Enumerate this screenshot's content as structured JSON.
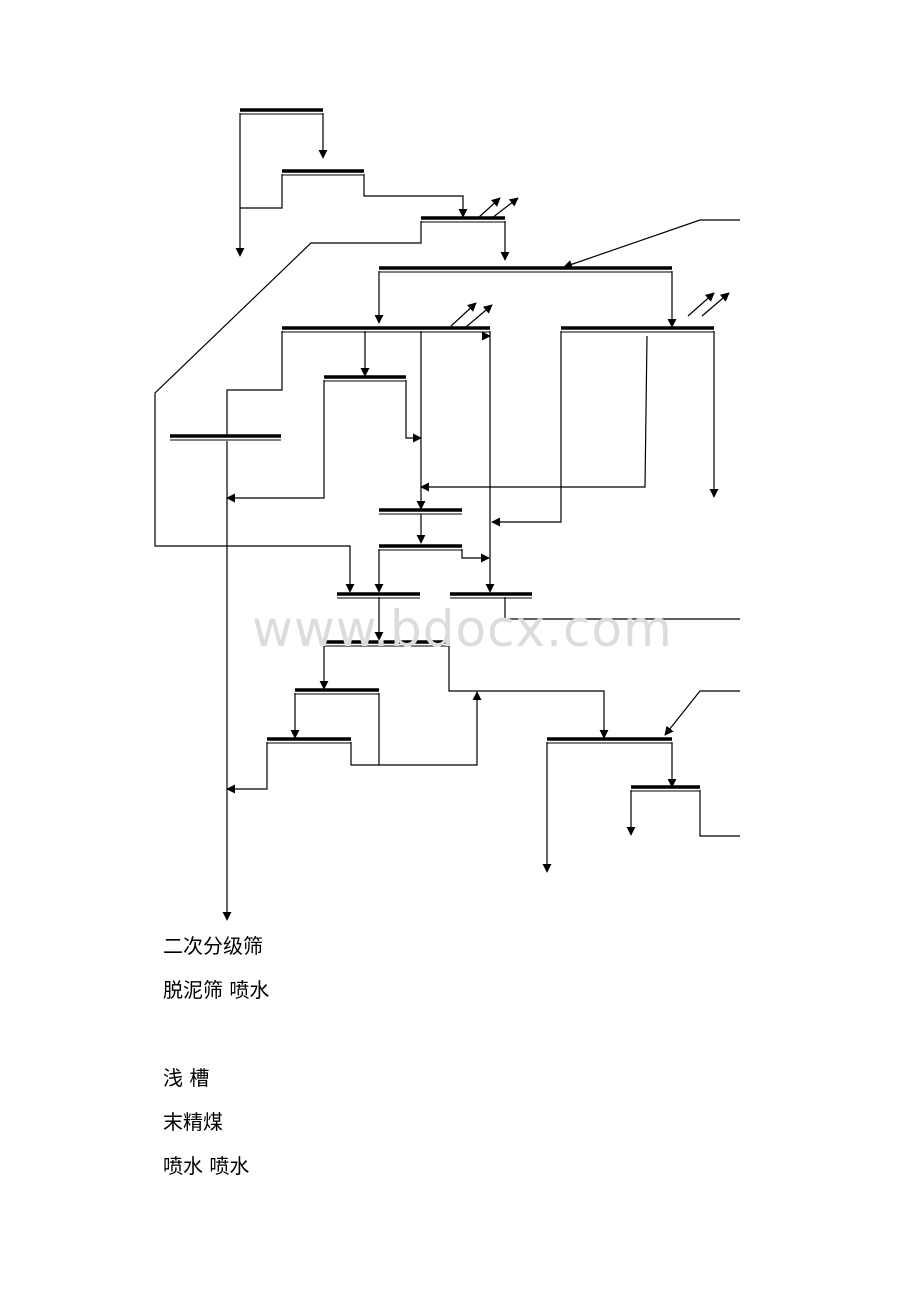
{
  "watermark": "www.bdocx.com",
  "labels": [
    "二次分级筛",
    "脱泥筛 喷水",
    "浅 槽",
    "末精煤",
    "喷水 喷水"
  ]
}
